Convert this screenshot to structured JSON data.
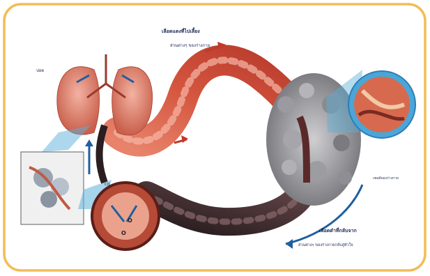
{
  "labels": {
    "top_line1": "เลือดแดงที่ไปเลี้ยง",
    "top_line2": "ส่วนต่างๆ ของร่างกาย",
    "lung_label": "ปอด",
    "tissue_label": "เซลล์ของร่างกาย",
    "bottom_line1": "เลือดดำที่กลับจาก",
    "bottom_line2": "ส่วนต่างๆ ของร่างกายกลับสู่หัวใจ",
    "mid_label": "CO",
    "cell_label_1": "O",
    "cell_label_2": "O"
  },
  "colors": {
    "frame_border": "#f2bd55",
    "artery_red": "#d6523a",
    "vein_dark": "#3a2a2c",
    "arrow_blue": "#1f5f9e",
    "callout_blue": "#5cb0da",
    "tissue_gray": "#8a8a8e"
  }
}
